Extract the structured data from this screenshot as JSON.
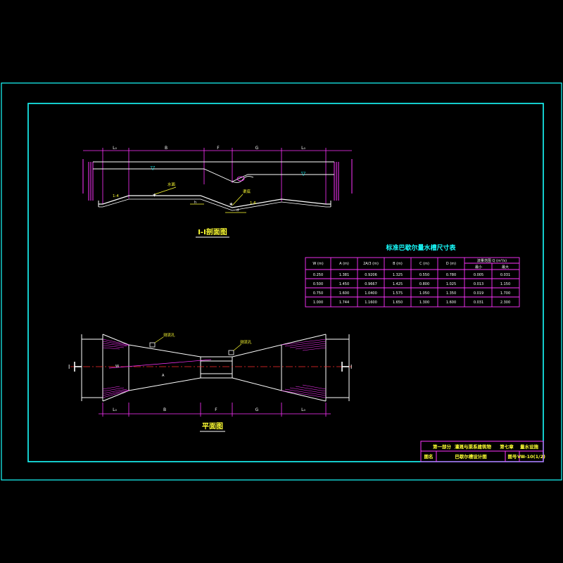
{
  "section": {
    "title": "I-I剖面图",
    "dims": [
      "L₀",
      "B",
      "F",
      "G",
      "L₀"
    ],
    "labels": {
      "water": "水面",
      "invert": "渠底",
      "slope_left": "1:4",
      "slope_right": "1:6",
      "h": "h",
      "d": "d"
    }
  },
  "plan": {
    "title": "平面图",
    "dims": [
      "L₀",
      "B",
      "F",
      "G",
      "L₀"
    ],
    "section_mark": "I",
    "labels": {
      "stilling_left": "测流孔",
      "stilling_right": "测流孔",
      "width": "W",
      "length": "A"
    }
  },
  "table": {
    "title": "标准巴歇尔量水槽尺寸表",
    "headers": [
      "W\n(m)",
      "A\n(m)",
      "2A/3\n(m)",
      "B\n(m)",
      "C\n(m)",
      "D\n(m)"
    ],
    "group_header": "流量范围 Q (m³/s)",
    "sub_headers": [
      "最小",
      "最大"
    ],
    "rows": [
      [
        "0.250",
        "1.381",
        "0.9206",
        "1.325",
        "0.550",
        "0.780",
        "0.005",
        "0.031"
      ],
      [
        "0.500",
        "1.450",
        "0.9667",
        "1.425",
        "0.800",
        "1.025",
        "0.013",
        "1.150"
      ],
      [
        "0.750",
        "1.600",
        "1.0400",
        "1.575",
        "1.050",
        "1.350",
        "0.019",
        "1.700"
      ],
      [
        "1.000",
        "1.744",
        "1.1600",
        "1.650",
        "1.300",
        "1.600",
        "0.031",
        "2.300"
      ]
    ]
  },
  "title_block": {
    "row1": [
      "第一部分",
      "灌溉与渠系建筑物",
      "第七章",
      "量水设施"
    ],
    "row2_label": "图名",
    "row2_name": "巴歇尔槽设计图",
    "row2_no_label": "图号",
    "row2_no": "Ⅷ-10(1/2)"
  },
  "colors": {
    "frame": "#19ffff",
    "structure": "#ffffff",
    "dimension": "#ff33ff",
    "centerline": "#ff2a2a",
    "annotation": "#ffff33"
  }
}
